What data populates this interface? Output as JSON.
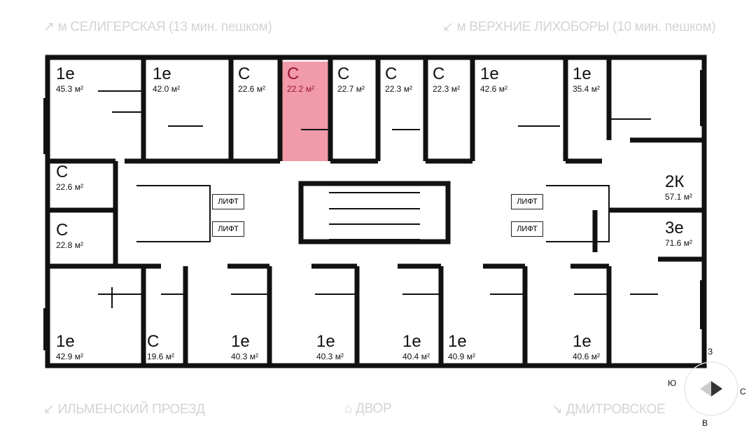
{
  "streets": {
    "top_left": {
      "icon": "arrow-up-right-icon",
      "text": "м СЕЛИГЕРСКАЯ (13 мин. пешком)"
    },
    "top_right": {
      "icon": "arrow-down-left-icon",
      "text": "м ВЕРХНИЕ ЛИХОБОРЫ (10 мин. пешком)"
    },
    "bottom_left": {
      "icon": "arrow-down-left-icon",
      "text": "ИЛЬМЕНСКИЙ ПРОЕЗД"
    },
    "bottom_center": {
      "icon": "yard-icon",
      "text": "ДВОР"
    },
    "bottom_right": {
      "icon": "arrow-down-right-icon",
      "text": "ДМИТРОВСКОЕ"
    }
  },
  "highlight_color": "#f19aa8",
  "units": [
    {
      "type": "1е",
      "area": "45.3 м²"
    },
    {
      "type": "1е",
      "area": "42.0 м²"
    },
    {
      "type": "С",
      "area": "22.6 м²"
    },
    {
      "type": "С",
      "area": "22.2 м²",
      "selected": true
    },
    {
      "type": "С",
      "area": "22.7 м²"
    },
    {
      "type": "С",
      "area": "22.3 м²"
    },
    {
      "type": "С",
      "area": "22.3 м²"
    },
    {
      "type": "1е",
      "area": "42.6 м²"
    },
    {
      "type": "1е",
      "area": "35.4 м²"
    },
    {
      "type": "С",
      "area": "22.6 м²"
    },
    {
      "type": "С",
      "area": "22.8 м²"
    },
    {
      "type": "2К",
      "area": "57.1 м²"
    },
    {
      "type": "3е",
      "area": "71.6 м²"
    },
    {
      "type": "1е",
      "area": "42.9 м²"
    },
    {
      "type": "С",
      "area": "19.6 м²"
    },
    {
      "type": "1е",
      "area": "40.3 м²"
    },
    {
      "type": "1е",
      "area": "40.3 м²"
    },
    {
      "type": "1е",
      "area": "40.4 м²"
    },
    {
      "type": "1е",
      "area": "40.9 м²"
    },
    {
      "type": "1е",
      "area": "40.6 м²"
    }
  ],
  "lifts": [
    "ЛИФТ",
    "ЛИФТ",
    "ЛИФТ",
    "ЛИФТ"
  ],
  "compass": {
    "n": "С",
    "s": "Ю",
    "w": "З",
    "e": "В"
  }
}
